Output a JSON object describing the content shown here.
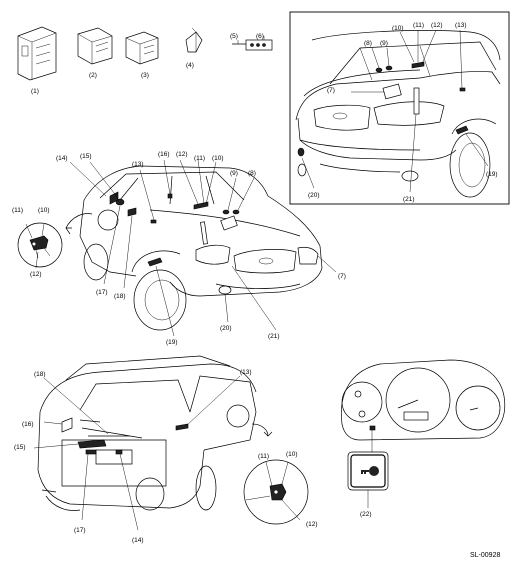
{
  "diagram": {
    "figure_code": "SL-00928",
    "parts_row": {
      "labels": [
        "(1)",
        "(2)",
        "(3)",
        "(4)",
        "(5)",
        "(6)"
      ]
    },
    "inset_top_right": {
      "labels": [
        "(7)",
        "(8)",
        "(9)",
        "(10)",
        "(11)",
        "(12)",
        "(13)",
        "(19)",
        "(20)",
        "(21)"
      ]
    },
    "front_view": {
      "labels": [
        "(7)",
        "(8)",
        "(9)",
        "(10)",
        "(11)",
        "(12)",
        "(13)",
        "(14)",
        "(15)",
        "(16)",
        "(17)",
        "(18)",
        "(19)",
        "(20)",
        "(21)"
      ],
      "detail_labels": [
        "(10)",
        "(11)",
        "(12)"
      ]
    },
    "rear_view": {
      "labels": [
        "(13)",
        "(14)",
        "(15)",
        "(16)",
        "(17)",
        "(18)"
      ],
      "detail_labels": [
        "(10)",
        "(11)",
        "(12)"
      ]
    },
    "meter_view": {
      "labels": [
        "(22)"
      ]
    }
  }
}
